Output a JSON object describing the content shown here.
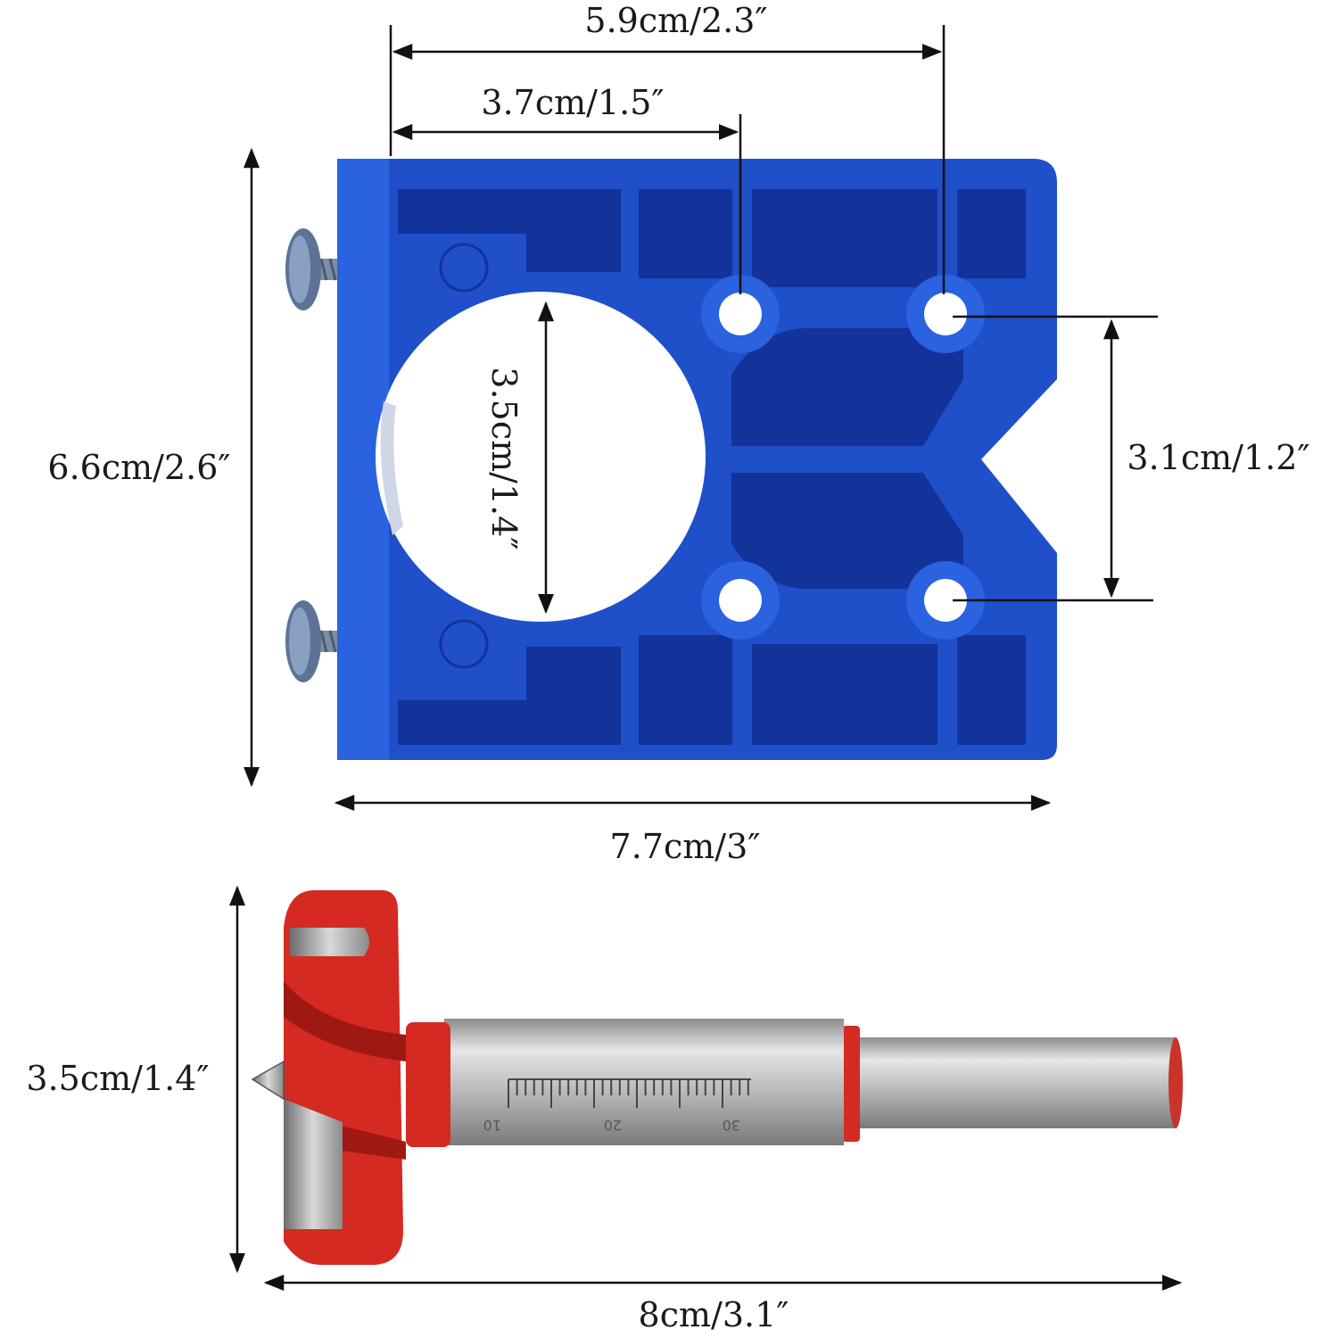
{
  "colors": {
    "jig_blue": "#1f4fc9",
    "jig_blue_dark": "#13339a",
    "jig_blue_rib": "#2a62e0",
    "bit_red": "#d42a22",
    "bit_red_dark": "#9e1814",
    "shaft_silver": "#c4c4c4",
    "line": "#111111"
  },
  "jig": {
    "dimensions": {
      "outer_hole_spacing": "5.9cm/2.3″",
      "inner_hole_spacing": "3.7cm/1.5″",
      "height": "6.6cm/2.6″",
      "hole_diameter": "3.5cm/1.4″",
      "screw_hole_spacing": "3.1cm/1.2″",
      "width": "7.7cm/3″"
    }
  },
  "bit": {
    "dimensions": {
      "diameter": "3.5cm/1.4″",
      "length": "8cm/3.1″"
    },
    "scale_marks": [
      "10",
      "20",
      "30"
    ]
  }
}
